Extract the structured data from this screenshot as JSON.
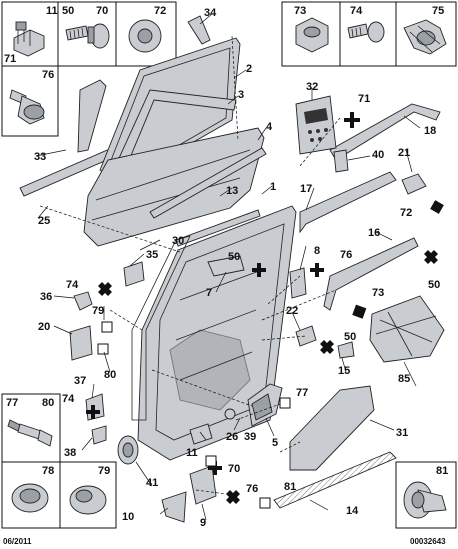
{
  "diagram": {
    "parts": [
      {
        "id": "1",
        "label": "1"
      },
      {
        "id": "2",
        "label": "2"
      },
      {
        "id": "3",
        "label": "3"
      },
      {
        "id": "4",
        "label": "4"
      },
      {
        "id": "5",
        "label": "5"
      },
      {
        "id": "7",
        "label": "7"
      },
      {
        "id": "8",
        "label": "8"
      },
      {
        "id": "9",
        "label": "9"
      },
      {
        "id": "10",
        "label": "10"
      },
      {
        "id": "11",
        "label": "11"
      },
      {
        "id": "13",
        "label": "13"
      },
      {
        "id": "14",
        "label": "14"
      },
      {
        "id": "15",
        "label": "15"
      },
      {
        "id": "16",
        "label": "16"
      },
      {
        "id": "17",
        "label": "17"
      },
      {
        "id": "18",
        "label": "18"
      },
      {
        "id": "20",
        "label": "20"
      },
      {
        "id": "21",
        "label": "21"
      },
      {
        "id": "22",
        "label": "22"
      },
      {
        "id": "25",
        "label": "25"
      },
      {
        "id": "26",
        "label": "26"
      },
      {
        "id": "30",
        "label": "30"
      },
      {
        "id": "31",
        "label": "31"
      },
      {
        "id": "32",
        "label": "32"
      },
      {
        "id": "33",
        "label": "33"
      },
      {
        "id": "34",
        "label": "34"
      },
      {
        "id": "35",
        "label": "35"
      },
      {
        "id": "36",
        "label": "36"
      },
      {
        "id": "37",
        "label": "37"
      },
      {
        "id": "38",
        "label": "38"
      },
      {
        "id": "39",
        "label": "39"
      },
      {
        "id": "40",
        "label": "40"
      },
      {
        "id": "41",
        "label": "41"
      },
      {
        "id": "50",
        "label": "50"
      },
      {
        "id": "70",
        "label": "70"
      },
      {
        "id": "71",
        "label": "71"
      },
      {
        "id": "72",
        "label": "72"
      },
      {
        "id": "73",
        "label": "73"
      },
      {
        "id": "74",
        "label": "74"
      },
      {
        "id": "76",
        "label": "76"
      },
      {
        "id": "77",
        "label": "77"
      },
      {
        "id": "79",
        "label": "79"
      },
      {
        "id": "80",
        "label": "80"
      },
      {
        "id": "81",
        "label": "81"
      },
      {
        "id": "85",
        "label": "85"
      }
    ],
    "inset_boxes": [
      {
        "id": "11",
        "label": "11"
      },
      {
        "id": "50",
        "label": "50"
      },
      {
        "id": "70",
        "label": "70"
      },
      {
        "id": "72",
        "label": "72"
      },
      {
        "id": "71",
        "label": "71"
      },
      {
        "id": "76",
        "label": "76"
      },
      {
        "id": "73",
        "label": "73"
      },
      {
        "id": "74",
        "label": "74"
      },
      {
        "id": "75",
        "label": "75"
      },
      {
        "id": "77",
        "label": "77"
      },
      {
        "id": "80",
        "label": "80"
      },
      {
        "id": "78",
        "label": "78"
      },
      {
        "id": "79",
        "label": "79"
      },
      {
        "id": "81",
        "label": "81"
      }
    ]
  },
  "footer": {
    "date": "06/2011",
    "reference": "00032643"
  }
}
